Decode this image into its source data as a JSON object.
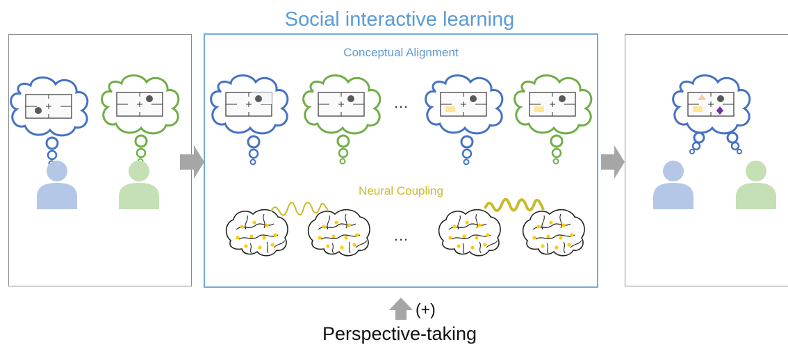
{
  "title": "Social interactive learning",
  "center": {
    "alignment_label": "Conceptual Alignment",
    "coupling_label": "Neural Coupling",
    "ellipsis": "…"
  },
  "bottom": {
    "plus_label": "(+)",
    "footer_label": "Perspective-taking"
  },
  "colors": {
    "blue_outline": "#4472c4",
    "green_outline": "#70ad47",
    "person_blue": "#b4c7e7",
    "person_green": "#c5e0b4",
    "title_blue": "#5b9bd5",
    "neural_yellow": "#c9ba2c",
    "arrow_gray": "#a6a6a6",
    "token_peach": "#f8cbad",
    "token_yellow": "#ffe699",
    "token_purple": "#7030a0",
    "token_gray": "#595959"
  },
  "icons": [
    "thought-cloud-icon",
    "person-icon",
    "brain-icon",
    "wave-icon",
    "arrow-right-icon",
    "arrow-up-icon"
  ]
}
